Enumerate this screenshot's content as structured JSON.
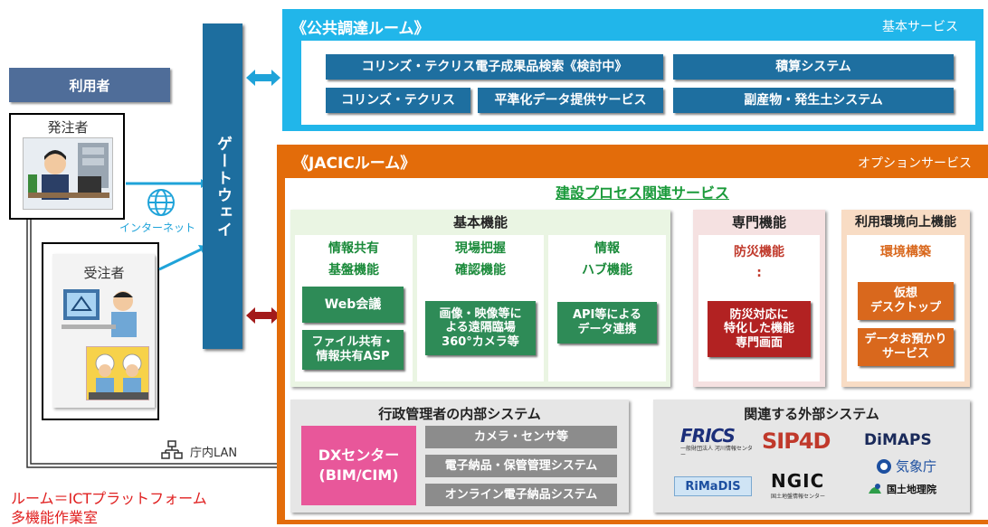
{
  "users": {
    "header": "利用者",
    "orderer": "発注者",
    "contractor": "受注者",
    "internet": "インターネット",
    "lan": "庁内LAN"
  },
  "gateway": {
    "label": "ゲートウェイ"
  },
  "public_room": {
    "title": "《公共調達ルーム》",
    "service_type": "基本サービス",
    "items": {
      "search": "コリンズ・テクリス電子成果品検索《検討中》",
      "estimate": "積算システム",
      "corins": "コリンズ・テクリス",
      "standard_data": "平準化データ提供サービス",
      "byproduct": "副産物・発生土システム"
    }
  },
  "jacic_room": {
    "title": "《JACICルーム》",
    "service_type": "オプションサービス",
    "process_title": "建設プロセス関連サービス",
    "basic": {
      "header": "基本機能",
      "info_share": {
        "line1": "情報共有",
        "line2": "基盤機能",
        "btn1": "Web会議",
        "btn2_line1": "ファイル共有・",
        "btn2_line2": "情報共有ASP"
      },
      "site_check": {
        "line1": "現場把握",
        "line2": "確認機能",
        "btn_line1": "画像・映像等に",
        "btn_line2": "よる遠隔臨場",
        "btn_line3": "360°カメラ等"
      },
      "info_hub": {
        "line1": "情報",
        "line2": "ハブ機能",
        "btn_line1": "API等による",
        "btn_line2": "データ連携"
      }
    },
    "special": {
      "header": "専門機能",
      "sub": "防災機能",
      "colon": ":",
      "btn_line1": "防災対応に",
      "btn_line2": "特化した機能",
      "btn_line3": "専門画面"
    },
    "env": {
      "header": "利用環境向上機能",
      "sub": "環境構築",
      "btn1_line1": "仮想",
      "btn1_line2": "デスクトップ",
      "btn2_line1": "データお預かり",
      "btn2_line2": "サービス"
    },
    "admin": {
      "header": "行政管理者の内部システム",
      "dx_line1": "DXセンター",
      "dx_line2": "(BIM/CIM)",
      "items": [
        "カメラ・センサ等",
        "電子納品・保管管理システム",
        "オンライン電子納品システム"
      ]
    },
    "external": {
      "header": "関連する外部システム",
      "logos": {
        "frics": "FRICS",
        "frics_sub": "一般財団法人 河川情報センター",
        "sip": "SIP4D",
        "dimaps": "DiMAPS",
        "jma": "気象庁",
        "rimadis": "RiMaDIS",
        "ngic": "NGIC",
        "ngic_sub": "国土地盤情報センター",
        "gsi": "国土地理院"
      }
    }
  },
  "footer": {
    "line1": "ルーム＝ICTプラットフォーム",
    "line2": "多機能作業室"
  },
  "colors": {
    "public_blue": "#1fb7ea",
    "dark_blue_btn": "#1e6fa0",
    "orange": "#e36c0a",
    "green_btn": "#2e8b57",
    "red_btn": "#b22222",
    "orange_btn": "#d9681d",
    "pink": "#e8579a"
  }
}
